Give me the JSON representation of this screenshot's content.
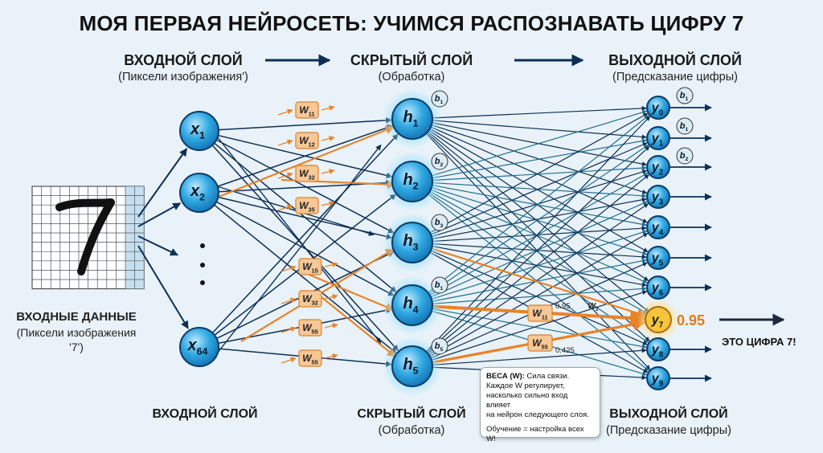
{
  "title": "МОЯ ПЕРВАЯ НЕЙРОСЕТЬ: УЧИМСЯ РАСПОЗНАВАТЬ ЦИФРУ 7",
  "headers": {
    "input": "ВХОДНОЙ СЛОЙ",
    "input_sub": "(Пиксели изображения')",
    "hidden": "СКРЫТЫЙ СЛОЙ",
    "hidden_sub": "(Обработка)",
    "output": "ВЫХОДНОЙ СЛОЙ",
    "output_sub": "(Предсказание цифры)"
  },
  "footers": {
    "input": "ВХОДНОЙ СЛОЙ",
    "hidden": "СКРЫТЫЙ СЛОЙ",
    "hidden_sub": "(Обработка)",
    "output": "ВЫХОДНОЙ СЛОЙ",
    "output_sub": "(Предсказание цифры)"
  },
  "input_data": {
    "title": "ВХОДНЫЕ ДАННЫЕ",
    "line1": "(Пиксели изображения",
    "line2": "'7')",
    "digit": "7"
  },
  "input_nodes": [
    {
      "base": "x",
      "sub": "1"
    },
    {
      "base": "x",
      "sub": "2"
    },
    {
      "base": "x",
      "sub": "64"
    }
  ],
  "hidden_nodes": [
    {
      "base": "h",
      "sub": "1"
    },
    {
      "base": "h",
      "sub": "2"
    },
    {
      "base": "h",
      "sub": "3"
    },
    {
      "base": "h",
      "sub": "4"
    },
    {
      "base": "h",
      "sub": "5"
    }
  ],
  "hidden_biases": [
    {
      "base": "b",
      "sub": "1"
    },
    {
      "base": "b",
      "sub": "2"
    },
    {
      "base": "b",
      "sub": "3"
    },
    {
      "base": "b",
      "sub": "1"
    },
    {
      "base": "b",
      "sub": "5"
    }
  ],
  "output_nodes": [
    {
      "base": "y",
      "sub": "0"
    },
    {
      "base": "y",
      "sub": "1"
    },
    {
      "base": "y",
      "sub": "2"
    },
    {
      "base": "y",
      "sub": "3"
    },
    {
      "base": "y",
      "sub": "4"
    },
    {
      "base": "y",
      "sub": "5"
    },
    {
      "base": "y",
      "sub": "6"
    },
    {
      "base": "y",
      "sub": "7"
    },
    {
      "base": "y",
      "sub": "8"
    },
    {
      "base": "y",
      "sub": "9"
    }
  ],
  "output_biases": [
    {
      "base": "b",
      "sub": "1"
    },
    {
      "base": "b",
      "sub": "1"
    },
    {
      "base": "b",
      "sub": "2"
    }
  ],
  "weights_left": [
    {
      "base": "w",
      "sub": "11"
    },
    {
      "base": "w",
      "sub": "12"
    },
    {
      "base": "w",
      "sub": "32"
    },
    {
      "base": "w",
      "sub": "35"
    },
    {
      "base": "w",
      "sub": "15"
    },
    {
      "base": "w",
      "sub": "32"
    },
    {
      "base": "w",
      "sub": "55"
    },
    {
      "base": "w",
      "sub": "55"
    }
  ],
  "weights_right": [
    {
      "base": "w",
      "sub": "11",
      "value": "0.95"
    },
    {
      "base": "w",
      "sub": "55",
      "value": "0.425"
    }
  ],
  "weight_small": {
    "base": "w",
    "sub": "2"
  },
  "prediction": {
    "value": "0.95",
    "text": "ЭТО ЦИФРА 7!"
  },
  "tooltip": {
    "heading": "ВЕСА (W):",
    "line1": "Сила связи.",
    "line2": "Каждое W регулирует,",
    "line3": "насколько сильно вход влияет",
    "line4": "на нейрон следующего слоя.",
    "line5": "Обучение = настройка всех W!"
  },
  "colors": {
    "node_fill": "#30a8e2",
    "node_stroke": "#0b3a66",
    "edge_dark": "#0d2f55",
    "edge_teal": "#1f6f8f",
    "highlight": "#e8832a",
    "weight_box": "#f7c795",
    "weight_box_stroke": "#d9822b",
    "glow": "#9fe3ff",
    "output_highlight": "#f6c02f"
  }
}
